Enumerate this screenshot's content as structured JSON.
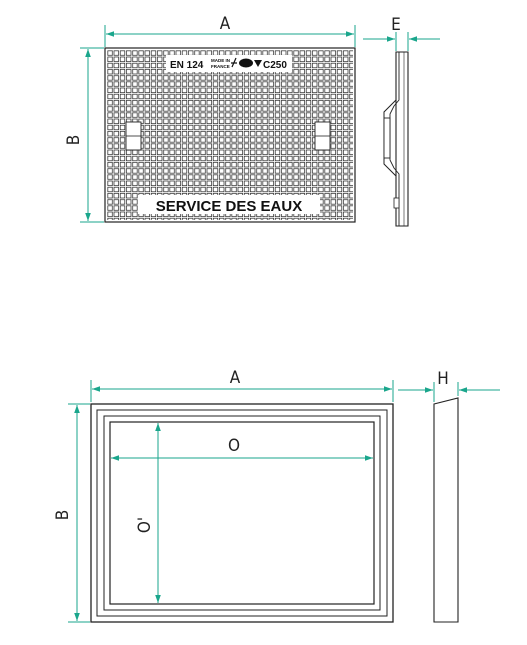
{
  "cover": {
    "dim_width": "A",
    "dim_height": "B",
    "dim_thickness": "E",
    "marking_standard": "EN 124",
    "marking_made_in_1": "MADE IN",
    "marking_made_in_2": "FRANCE",
    "marking_class": "C250",
    "inscription": "SERVICE DES EAUX"
  },
  "frame": {
    "dim_width": "A",
    "dim_height": "B",
    "dim_thickness": "H",
    "dim_opening_width": "O",
    "dim_opening_height": "O'"
  },
  "colors": {
    "dimension_line": "#1aa68c",
    "outline": "#222222"
  }
}
